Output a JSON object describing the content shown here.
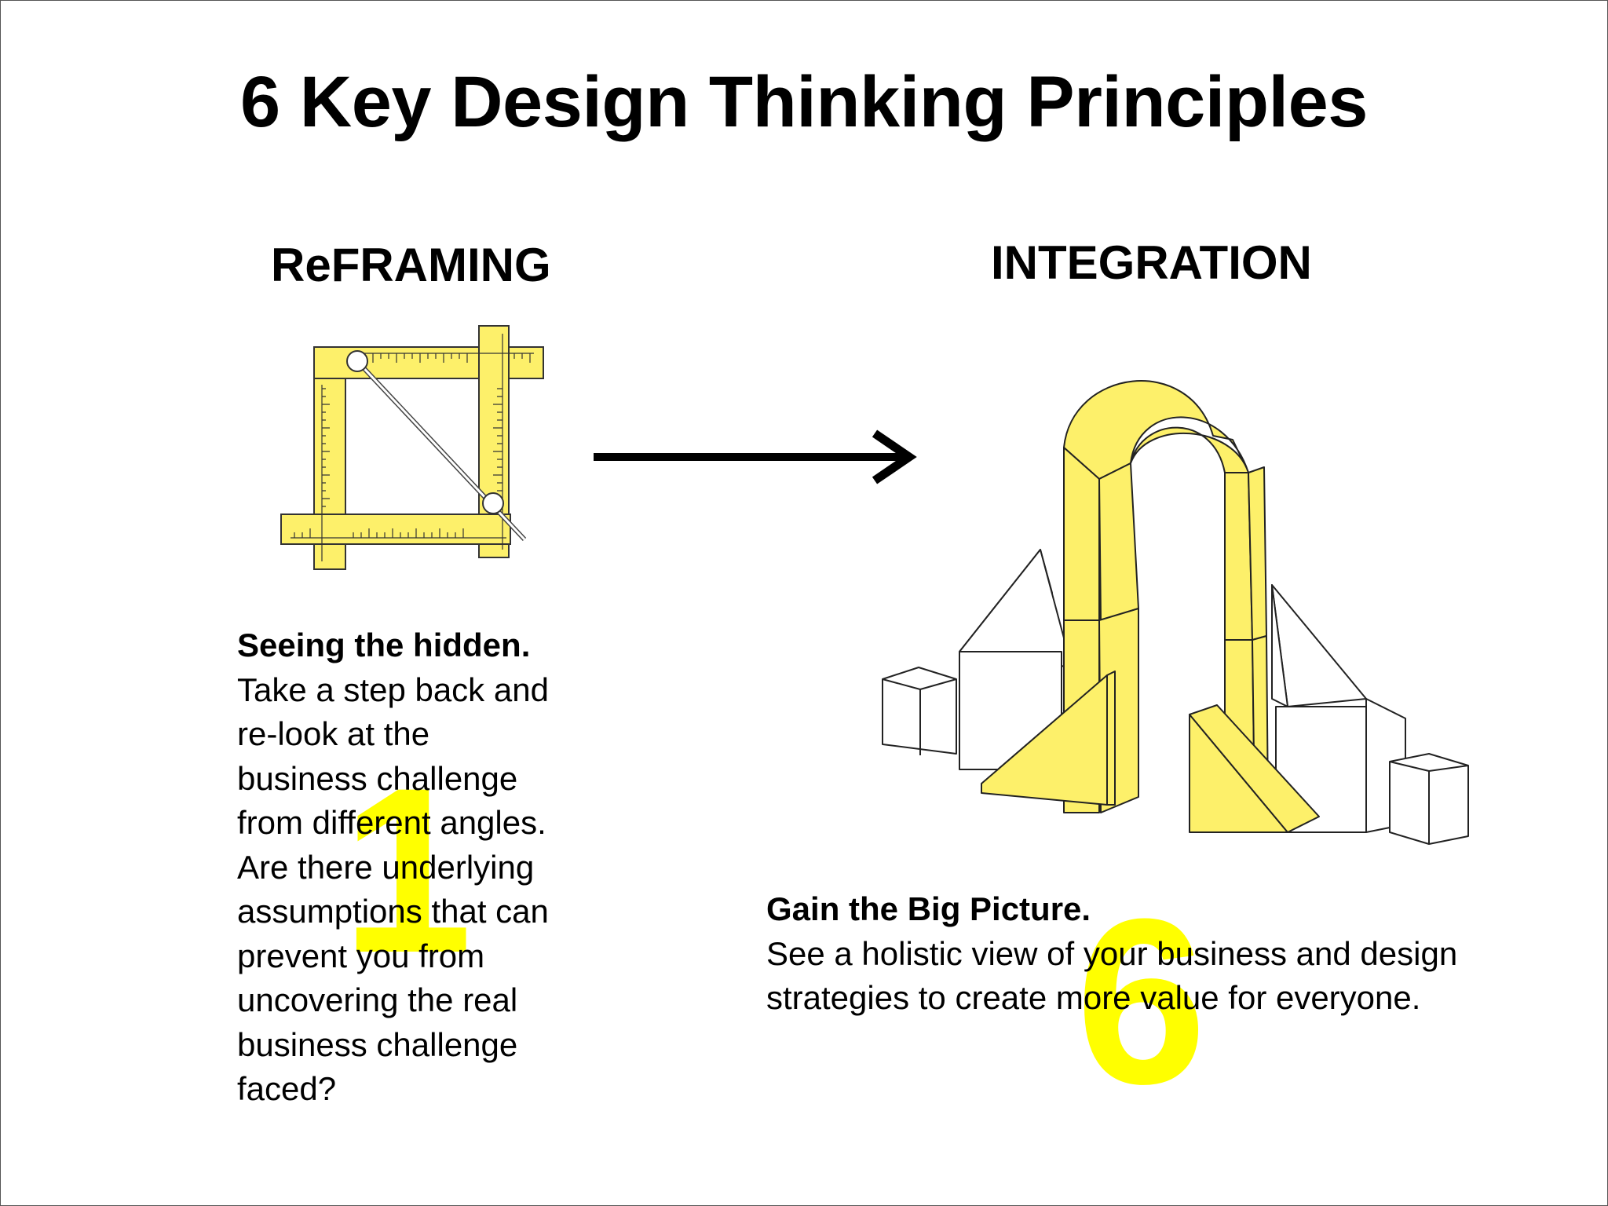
{
  "title": "6 Key Design Thinking Principles",
  "left": {
    "heading": "ReFRAMING",
    "number": "1",
    "icon": "measuring-tape-frame-icon",
    "lead": "Seeing the hidden.",
    "lines": [
      "Take a step back and",
      "re-look at the",
      "business challenge",
      "from different angles.",
      "Are there underlying",
      "assumptions that can",
      "prevent you from",
      "uncovering the real",
      "business challenge",
      "faced?"
    ]
  },
  "right": {
    "heading": "INTEGRATION",
    "number": "6",
    "icon": "building-blocks-arch-icon",
    "lead": "Gain the Big Picture.",
    "lines": [
      "See a holistic view of your business and design",
      "strategies to create more value for everyone."
    ]
  },
  "connector": "right-arrow-icon",
  "colors": {
    "accent": "#ffff00",
    "illustration_fill": "#fdf06a",
    "text": "#000000"
  }
}
